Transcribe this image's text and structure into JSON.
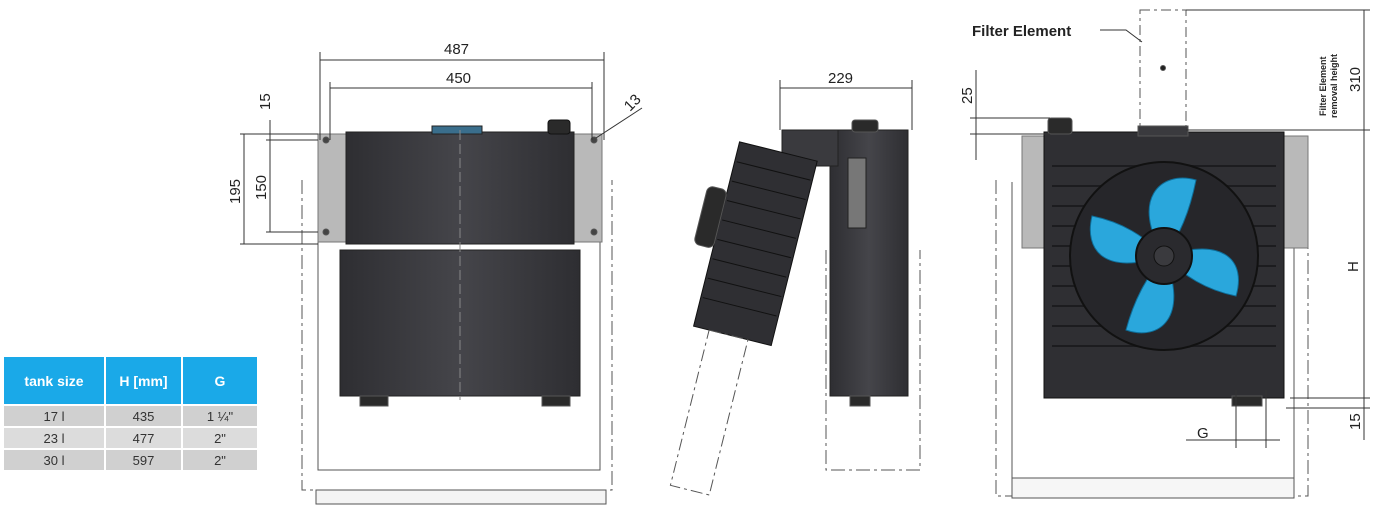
{
  "dimensions": {
    "width_outer": "487",
    "width_inner": "450",
    "top_gap": "15",
    "mount_height": "195",
    "hole_spacing": "150",
    "hole_dia": "13",
    "depth": "229",
    "filter_gap": "25",
    "filter_removal": "310",
    "filter_removal_label_line1": "Filter Element",
    "filter_removal_label_line2": "removal height",
    "height": "H",
    "bottom_gap": "15",
    "port": "G"
  },
  "labels": {
    "filter_element": "Filter Element"
  },
  "colors": {
    "body": "#3a3a3e",
    "fan_blade": "#2aa7dc",
    "header": "#1aa9e8"
  },
  "table": {
    "headers": [
      "tank size",
      "H [mm]",
      "G"
    ],
    "rows": [
      [
        "17 l",
        "435",
        "1 ¼\""
      ],
      [
        "23 l",
        "477",
        "2\""
      ],
      [
        "30 l",
        "597",
        "2\""
      ]
    ]
  }
}
